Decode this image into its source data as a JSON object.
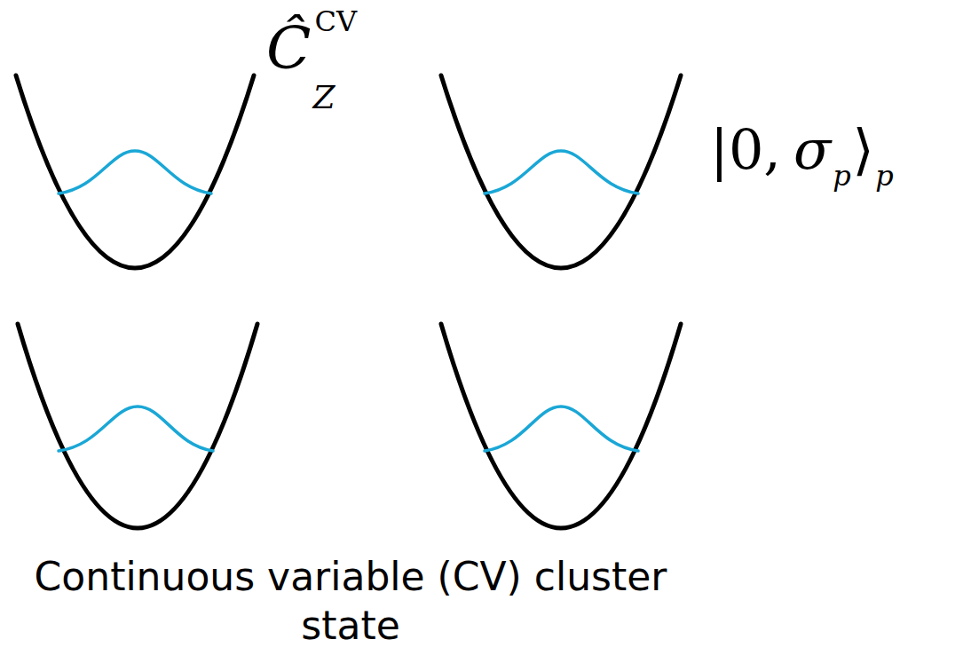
{
  "diagram": {
    "caption": "Continuous variable (CV) cluster state",
    "labels": [
      "Ĉ",
      "CV",
      "Z",
      "|0,",
      "σ",
      "p",
      "⟩",
      "p"
    ]
  }
}
